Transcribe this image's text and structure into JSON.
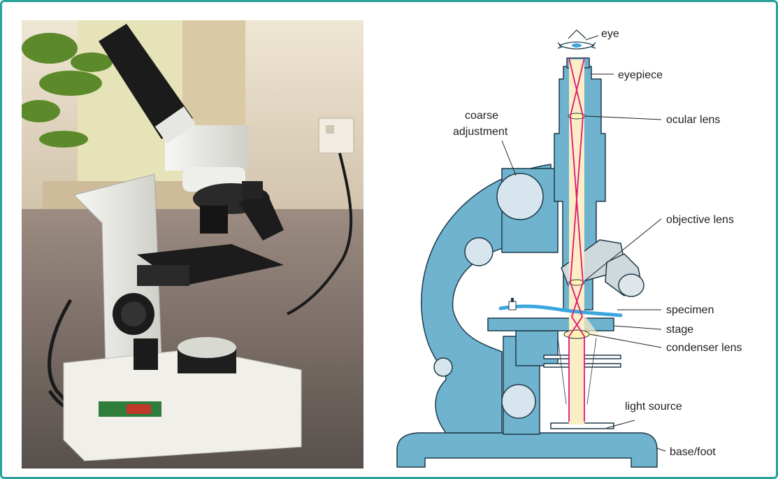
{
  "diagram": {
    "labels": {
      "eye": "eye",
      "eyepiece": "eyepiece",
      "coarse_adjustment_line1": "coarse",
      "coarse_adjustment_line2": "adjustment",
      "ocular_lens": "ocular lens",
      "objective_lens": "objective lens",
      "specimen": "specimen",
      "stage": "stage",
      "condenser_lens": "condenser lens",
      "light_source": "light source",
      "base_foot": "base/foot"
    }
  },
  "colors": {
    "border": "#2aa19b",
    "microscope_body": "#6fb3cf",
    "light_beam": "#fbedc4",
    "ray": "#e0157a",
    "specimen": "#3ba6dd"
  }
}
